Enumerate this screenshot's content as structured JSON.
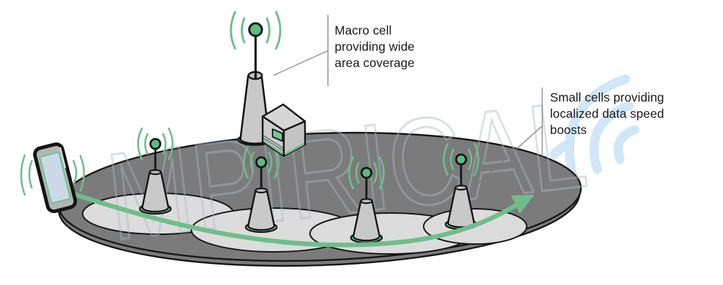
{
  "watermark": {
    "text": "MPIRICAL",
    "logo_icon": "signal-arcs-logo",
    "text_color": "rgba(170,185,200,0.45)",
    "logo_color": "#cfe7f6"
  },
  "annotations": {
    "macro_cell": {
      "lines": [
        "Macro cell",
        "providing wide",
        "area coverage"
      ]
    },
    "small_cells": {
      "lines": [
        "Small cells providing",
        "localized data speed",
        "boosts"
      ]
    }
  },
  "diagram": {
    "type": "network-coverage-illustration",
    "macro_cell_towers": 1,
    "small_cell_towers": 4,
    "devices": 1,
    "macro_coverage_areas": 1,
    "small_coverage_areas": 4,
    "colors": {
      "accent_green": "#6fbe8a",
      "band_green": "#77c493",
      "ball_green": "#5cba83",
      "macro_coverage_gray": "#7b7b7b",
      "small_coverage_gray": "#dcdcdc",
      "tower_body_gray": "#c9c9c9",
      "device_screen_blue": "#cdd9e9",
      "outline_black": "#161616",
      "label_text": "#1a1a1a",
      "leader_line_gray": "#7a7a7a"
    }
  }
}
